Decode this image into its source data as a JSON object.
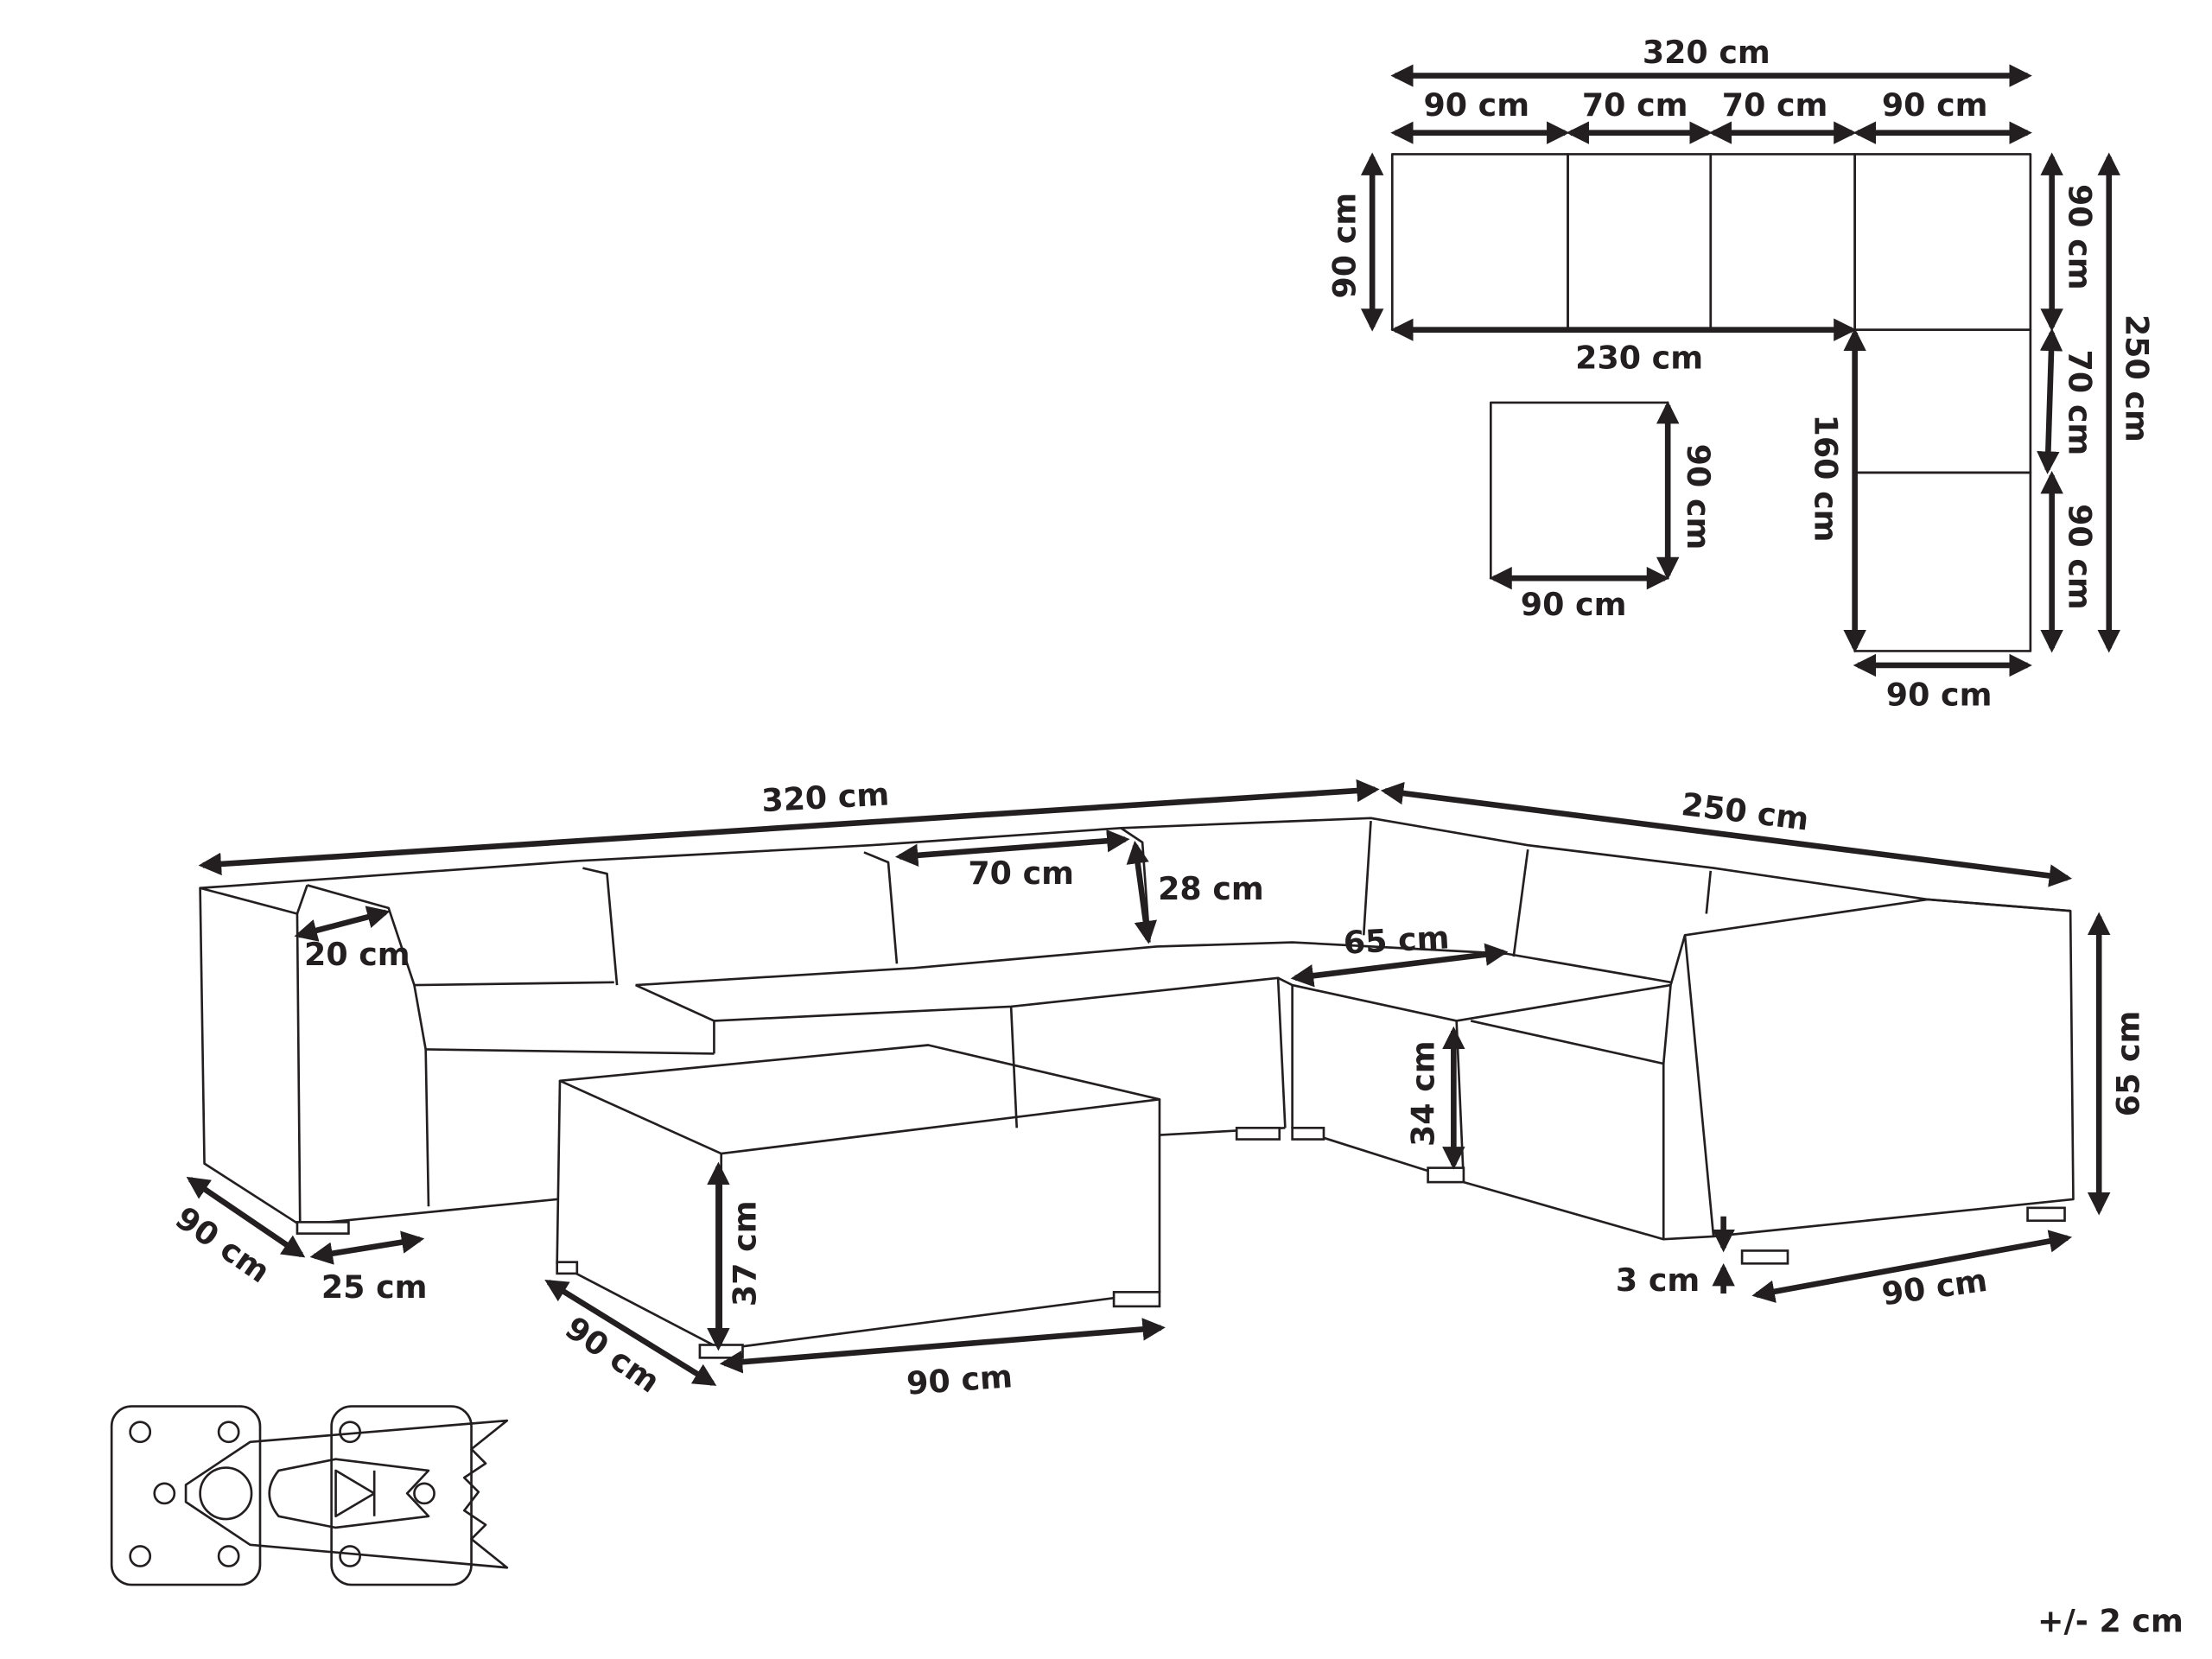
{
  "plan_view": {
    "overall_width": "320 cm",
    "segments": [
      "90 cm",
      "70 cm",
      "70 cm",
      "90 cm"
    ],
    "left_depth": "90 cm",
    "inner_length": "230 cm",
    "inner_side_length": "160 cm",
    "right_segments": [
      "90 cm",
      "70 cm",
      "90 cm"
    ],
    "overall_depth": "250 cm",
    "corner_width": "90 cm",
    "ottoman_depth": "90 cm",
    "ottoman_width": "90 cm"
  },
  "perspective_view": {
    "overall_width": "320 cm",
    "overall_depth": "250 cm",
    "backrest_module_width": "70 cm",
    "backrest_thickness": "28 cm",
    "armrest_width": "20 cm",
    "seat_depth": "65 cm",
    "seat_height": "34 cm",
    "total_height": "65 cm",
    "left_module_depth": "90 cm",
    "leg_inset": "25 cm",
    "ottoman_height": "37 cm",
    "ottoman_depth": "90 cm",
    "ottoman_width": "90 cm",
    "leg_height": "3 cm",
    "right_module_width": "90 cm"
  },
  "tolerance": "+/- 2 cm",
  "connector_icon": "sofa-connector-clip-icon"
}
